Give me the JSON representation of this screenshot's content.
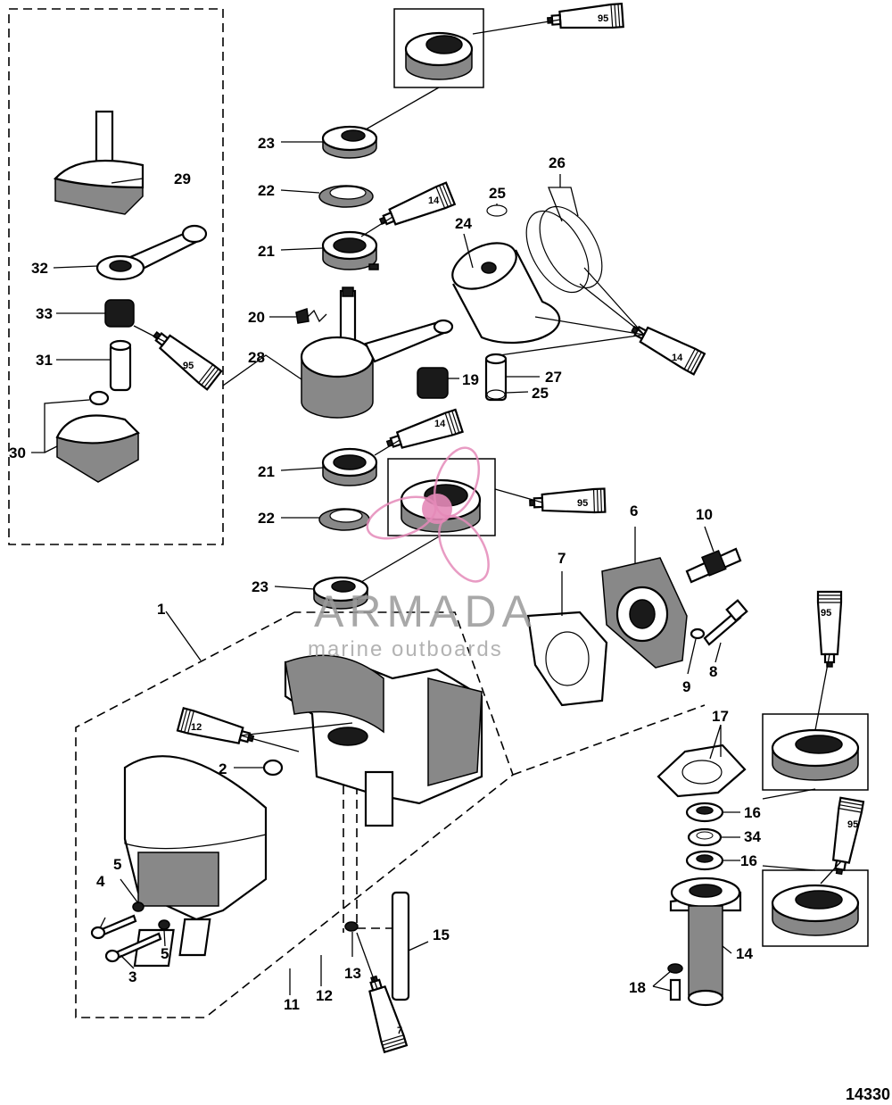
{
  "figure_number": "14330",
  "watermark": {
    "brand": "ARMADA",
    "tagline": "marine outboards",
    "color": "#e48ab8"
  },
  "callouts": [
    "1",
    "2",
    "3",
    "4",
    "5",
    "5",
    "6",
    "7",
    "8",
    "9",
    "10",
    "11",
    "12",
    "13",
    "14",
    "15",
    "16",
    "16",
    "17",
    "18",
    "19",
    "20",
    "21",
    "21",
    "22",
    "22",
    "23",
    "23",
    "24",
    "25",
    "25",
    "26",
    "27",
    "28",
    "29",
    "30",
    "31",
    "32",
    "33",
    "34"
  ],
  "lube_tubes": [
    "95",
    "14",
    "14",
    "95",
    "14",
    "95",
    "12",
    "95",
    "95",
    "7"
  ]
}
